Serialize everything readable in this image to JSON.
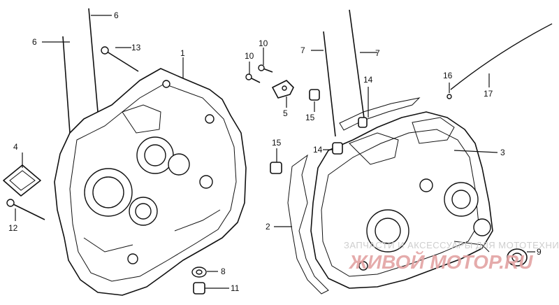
{
  "callouts": {
    "c1": "1",
    "c2": "2",
    "c3": "3",
    "c4": "4",
    "c5": "5",
    "c6a": "6",
    "c6b": "6",
    "c7a": "7",
    "c7b": "7",
    "c8": "8",
    "c9": "9",
    "c10a": "10",
    "c10b": "10",
    "c11": "11",
    "c12": "12",
    "c13": "13",
    "c14a": "14",
    "c14b": "14",
    "c15a": "15",
    "c15b": "15",
    "c16": "16",
    "c17": "17"
  },
  "watermark": {
    "line1": "ЗАПЧАСТИ И АКСЕССУАРЫ ДЛЯ МОТОТЕХНИКИ",
    "line2": "ЖИВОЙ МОТОР.RU"
  },
  "colors": {
    "ink": "#111111",
    "watermark_gray": "#c9c9c9",
    "watermark_red": "#e3a3a3"
  }
}
